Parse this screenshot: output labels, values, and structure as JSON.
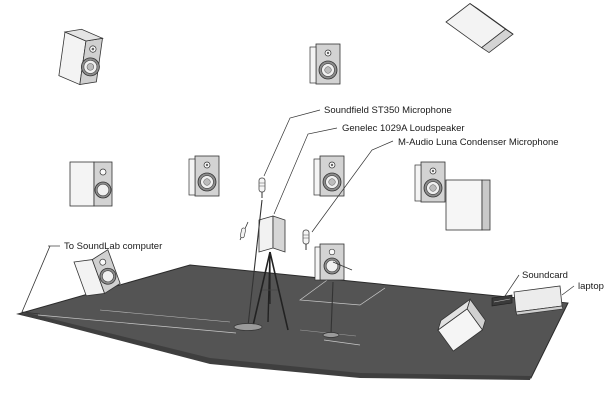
{
  "labels": {
    "soundfield": "Soundfield ST350 Microphone",
    "genelec": "Genelec 1029A Loudspeaker",
    "maudio": "M-Audio Luna Condenser Microphone",
    "soundlab": "To SoundLab computer",
    "soundcard": "Soundcard",
    "laptop": "laptop"
  },
  "icons": {
    "speaker": "speaker-icon",
    "microphone": "microphone-icon",
    "tripod": "tripod-icon",
    "mic-stand": "mic-stand-icon",
    "soundcard": "soundcard-icon",
    "laptop": "laptop-icon"
  },
  "colors": {
    "floor": "#545454",
    "floor_edge": "#2b2b2b",
    "speaker_front": "#d2d2d2",
    "speaker_side": "#f4f4f4",
    "driver": "#9a9a9a",
    "line": "#333333",
    "background": "#ffffff"
  }
}
